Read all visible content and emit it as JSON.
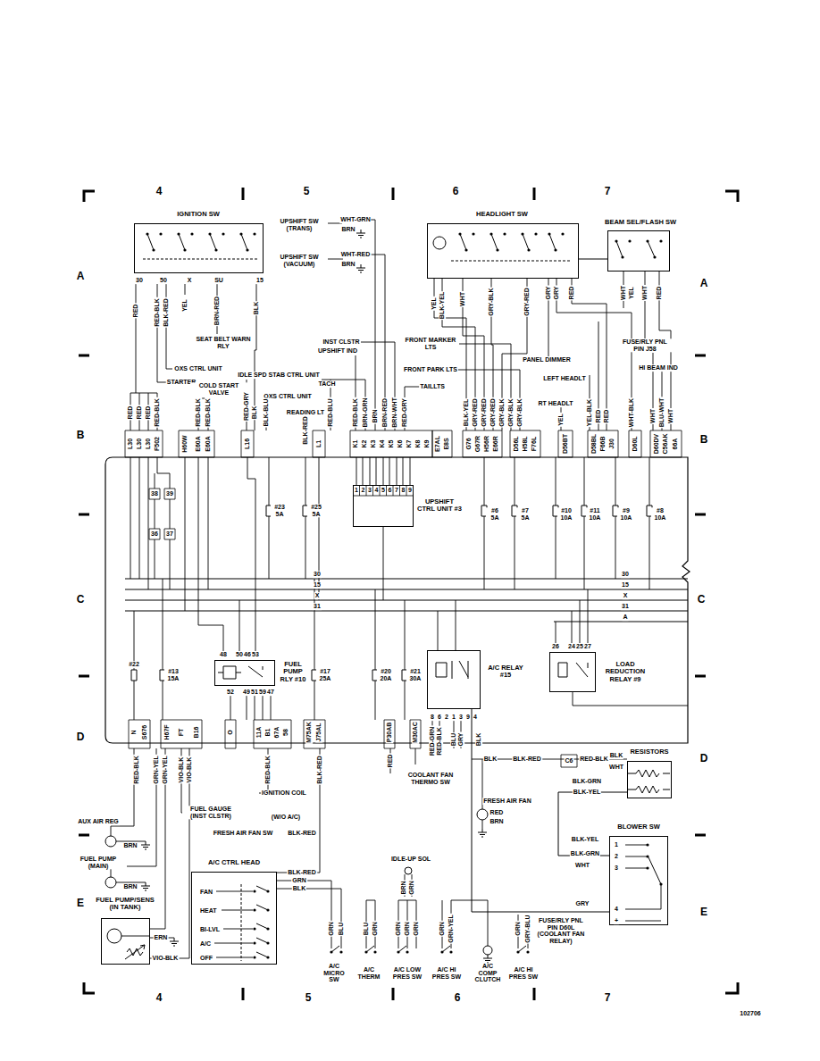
{
  "diagram": {
    "nodes": [
      {
        "text": [
          "IGNITION SW"
        ]
      },
      {
        "text": [
          "HEADLIGHT SW"
        ]
      },
      {
        "text": [
          "BEAM SEL/FLASH SW"
        ]
      },
      {
        "text": [
          "UPSHIFT CTRL UNIT #3"
        ]
      },
      {
        "text": [
          "FUEL PUMP RLY #10"
        ]
      },
      {
        "text": [
          "A/C RELAY #15"
        ]
      },
      {
        "text": [
          "LOAD REDUCTION RELAY #9"
        ]
      },
      {
        "text": [
          "RESISTORS"
        ]
      },
      {
        "text": [
          "BLOWER SW"
        ]
      },
      {
        "text": [
          "A/C CTRL HEAD",
          "FAN",
          "HEAT",
          "BI-LVL",
          "A/C",
          "OFF"
        ]
      },
      {
        "text": [
          "FUEL PUMP/SENS (IN TANK)"
        ]
      }
    ],
    "edges": [
      {
        "from": 1,
        "to": 2,
        "arrow": "none"
      },
      {
        "from": 7,
        "to": 8,
        "arrow": "none"
      },
      {
        "from": 5,
        "to": 8,
        "arrow": "none"
      }
    ],
    "labels": [
      "4",
      "5",
      "6",
      "7",
      "4",
      "5",
      "6",
      "7",
      "A",
      "A",
      "B",
      "B",
      "C",
      "C",
      "D",
      "D",
      "E",
      "E",
      "102706",
      "30",
      "50",
      "X",
      "SU",
      "15",
      "RED",
      "RED-BLK",
      "BLK-RED",
      "YEL",
      "BRN-RED",
      "BLK",
      "SEAT BELT WARN RLY",
      "OXS CTRL UNIT",
      "STARTER",
      "COLD START VALVE",
      "IDLE SPD STAB CTRL UNIT",
      "TACH",
      "OXS CTRL UNIT",
      "READING LT",
      "INST CLSTR",
      "UPSHIFT IND",
      "FRONT MARKER LTS",
      "FRONT PARK LTS",
      "TAILLTS",
      "UPSHIFT SW (TRANS)",
      "UPSHIFT SW (VACUUM)",
      "WHT-GRN",
      "BRN",
      "WHT-RED",
      "BRN",
      "YEL",
      "BLK-YEL",
      "WHT",
      "GRY-BLK",
      "GRY-RED",
      "GRY",
      "GRY",
      "RED",
      "WHT",
      "YEL",
      "WHT",
      "RED",
      "PANEL DIMMER",
      "FUSE/RLY PNL PIN J58",
      "HI BEAM IND",
      "LEFT HEADLT",
      "RT HEADLT",
      "RED",
      "RED",
      "RED",
      "RED-BLK",
      "RED-BLK",
      "RED-BLK",
      "RED-GRY",
      "BLK",
      "BLK-BLU",
      "BLK-RED",
      "RED-BLU",
      "RED-BLK",
      "BRN-GRN",
      "BRN",
      "BRN-RED",
      "BRN-WHT",
      "RED-GRY",
      "BLK-YEL",
      "GRY-RED",
      "GRY-RED",
      "GRY-RED",
      "GRY-BLK",
      "GRY-BLK",
      "GRY-BLK",
      "YEL",
      "YEL-BLK",
      "RED",
      "RED",
      "WHT-BLK",
      "WHT",
      "BLU-WHT",
      "WHT",
      "L30",
      "L30",
      "L30",
      "F502",
      "H60W",
      "E60A",
      "E60A",
      "L16",
      "L1",
      "K1",
      "K2",
      "K3",
      "K4",
      "K5",
      "K6",
      "K7",
      "K8",
      "K9",
      "E7AL",
      "E8S",
      "G76",
      "G67R",
      "H56R",
      "E66R",
      "D56L",
      "H58L",
      "F76L",
      "D56BT",
      "D58BL",
      "F66B",
      "J30",
      "D60L",
      "D60DV",
      "C56AK",
      "66A",
      "1",
      "2",
      "3",
      "4",
      "5",
      "6",
      "7",
      "8",
      "9",
      "#23 5A",
      "#25 5A",
      "#6 5A",
      "#7 5A",
      "#10 10A",
      "#11 10A",
      "#9 10A",
      "#8 10A",
      "38",
      "39",
      "36",
      "37",
      "30",
      "15",
      "X",
      "31",
      "30",
      "15",
      "X",
      "31",
      "A",
      "#22",
      "#13 15A",
      "#17 25A",
      "#20 20A",
      "#21 30A",
      "48",
      "50",
      "46",
      "53",
      "52",
      "49",
      "51",
      "59",
      "47",
      "8",
      "6",
      "2",
      "1",
      "3",
      "9",
      "4",
      "26",
      "24",
      "25",
      "27",
      "N",
      "S676",
      "H67F",
      "FT",
      "B16",
      "O",
      "11A",
      "B1",
      "67A",
      "58",
      "M75AK",
      "J75AL",
      "P30AB",
      "M30AC",
      "RED-BLK",
      "GRN-YEL",
      "GRN-YEL",
      "VIO-BLK",
      "VIO-BLK",
      "RED-BLK",
      "BLK-RED",
      "RED",
      "RED-GRN",
      "RED-BLK",
      "BLU",
      "GRY",
      "BLK",
      "IGNITION COIL",
      "FUEL GAUGE (INST CLSTR)",
      "AUX AIR REG",
      "BRN",
      "FUEL PUMP (MAIN)",
      "BRN",
      "(W/O A/C)",
      "FRESH AIR FAN SW",
      "BLK-RED",
      "COOLANT FAN THERMO SW",
      "BLK",
      "BLK-RED",
      "C6",
      "RED-BLK",
      "BLK",
      "WHT",
      "BLK-GRN",
      "BLK-YEL",
      "FRESH AIR FAN",
      "RED",
      "BRN",
      "IDLE-UP SOL",
      "BRN",
      "GRN",
      "BLK-YEL",
      "BLK-GRN",
      "WHT",
      "GRY",
      "BLK",
      "BLK-RED",
      "GRN",
      "BLK",
      "ERN",
      "VIO-BLK",
      "FUSE/RLY PNL PIN D60L (COOLANT FAN RELAY)",
      "GRN",
      "BLU",
      "BLU",
      "GRN",
      "GRN",
      "GRN",
      "GRN",
      "GRN",
      "GRN-YEL",
      "GRN",
      "GRY-BLU",
      "A/C MICRO SW",
      "A/C THERM",
      "A/C LOW PRES SW",
      "A/C HI PRES SW",
      "A/C COMP CLUTCH",
      "A/C HI PRES SW",
      "1",
      "2",
      "3",
      "4",
      "+"
    ]
  }
}
